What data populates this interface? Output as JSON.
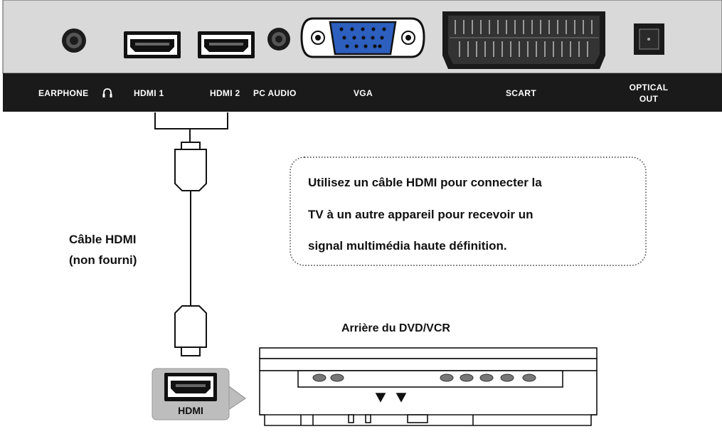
{
  "panel": {
    "labels": {
      "earphone": "EARPHONE",
      "hdmi1": "HDMI 1",
      "hdmi2": "HDMI 2",
      "pc_audio": "PC AUDIO",
      "vga": "VGA",
      "scart": "SCART",
      "optical_line1": "OPTICAL",
      "optical_line2": "OUT"
    }
  },
  "cable": {
    "label_line1": "Câble HDMI",
    "label_line2": "(non fourni)"
  },
  "note": {
    "line1": "Utilisez un câble HDMI pour connecter la",
    "line2": "TV à un autre appareil pour recevoir un",
    "line3": "signal multimédia haute définition."
  },
  "device": {
    "title": "Arrière du DVD/VCR",
    "hdmi_port_label": "HDMI"
  },
  "colors": {
    "panel_bg": "#d9d9d9",
    "label_bar": "#1a1a1a",
    "vga_blue": "#2d5fbf",
    "port_badge": "#bdbdbd"
  }
}
